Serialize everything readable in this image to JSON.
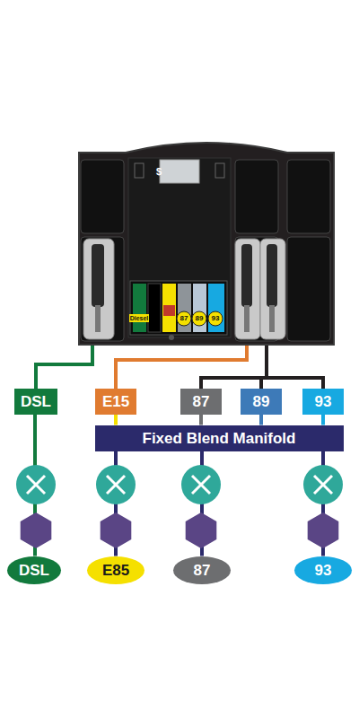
{
  "diagram": {
    "nodes": [
      {
        "text": [
          "DSL"
        ]
      },
      {
        "text": [
          "E15"
        ]
      },
      {
        "text": [
          "87"
        ]
      },
      {
        "text": [
          "89"
        ]
      },
      {
        "text": [
          "93"
        ]
      },
      {
        "text": [
          "Fixed Blend Manifold"
        ]
      },
      {
        "text": [
          "DSL"
        ]
      },
      {
        "text": [
          "E85"
        ]
      },
      {
        "text": [
          "87"
        ]
      },
      {
        "text": [
          "93"
        ]
      }
    ],
    "edges": [
      {
        "from": 0,
        "to": 6,
        "arrow": "none"
      },
      {
        "from": 1,
        "to": 5,
        "arrow": "none"
      },
      {
        "from": 2,
        "to": 5,
        "arrow": "none"
      },
      {
        "from": 3,
        "to": 5,
        "arrow": "none"
      },
      {
        "from": 4,
        "to": 5,
        "arrow": "none"
      },
      {
        "from": 5,
        "to": 7,
        "arrow": "none"
      },
      {
        "from": 5,
        "to": 8,
        "arrow": "none"
      },
      {
        "from": 5,
        "to": 9,
        "arrow": "none"
      }
    ],
    "labels": [
      "$",
      "Diesel",
      "87",
      "89",
      "93"
    ]
  }
}
